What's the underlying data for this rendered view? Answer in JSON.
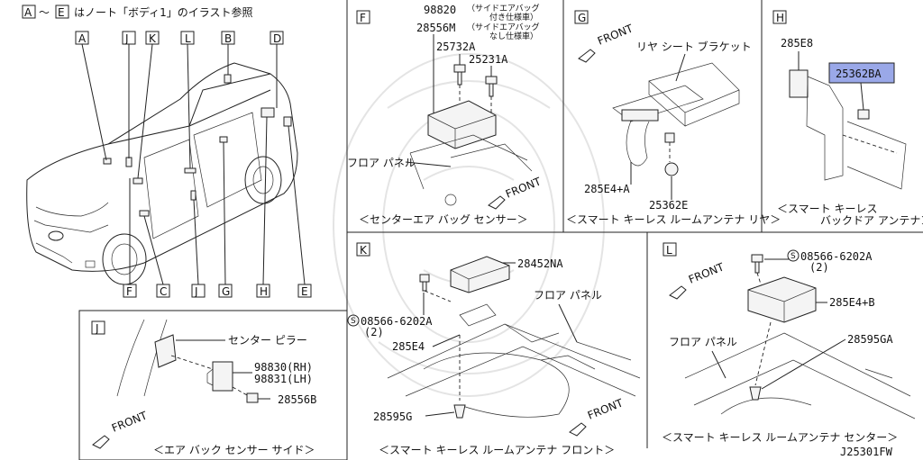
{
  "header_note": {
    "a": "A",
    "tilde": "〜",
    "e": "E",
    "text": "はノート「ボディ1」のイラスト参照"
  },
  "drawing_code": "J25301FW",
  "vehicle_callouts": {
    "top": [
      "A",
      "J",
      "K",
      "L",
      "B",
      "D"
    ],
    "bottom": [
      "F",
      "C",
      "J",
      "G",
      "H",
      "E"
    ]
  },
  "panel_f": {
    "label": "F",
    "part_98820": "98820",
    "note_98820_1": "（サイドエアバッグ",
    "note_98820_2": "付き仕様車）",
    "part_28556m": "28556M",
    "note_28556m_1": "（サイドエアバッグ",
    "note_28556m_2": "なし仕様車）",
    "part_25732a": "25732A",
    "part_25231a": "25231A",
    "floor_panel": "フロア パネル",
    "front": "FRONT",
    "caption": "＜センターエア バッグ センサー＞"
  },
  "panel_g": {
    "label": "G",
    "front": "FRONT",
    "rear_seat_bracket": "リヤ シート ブラケット",
    "part_285e4a": "285E4+A",
    "part_25362e": "25362E",
    "caption": "＜スマート キーレス ルームアンテナ リヤ＞"
  },
  "panel_h": {
    "label": "H",
    "part_285e8": "285E8",
    "part_25362ba": "25362BA",
    "caption_1": "＜スマート キーレス",
    "caption_2": "バックドア アンテナ＞",
    "highlight_color": "#9aa8e8"
  },
  "panel_j": {
    "label": "J",
    "center_pillar": "センター ピラー",
    "part_98830": "98830(RH)",
    "part_98831": "98831(LH)",
    "part_28556b": "28556B",
    "front": "FRONT",
    "caption": "＜エア バック センサー サイド＞"
  },
  "panel_k": {
    "label": "K",
    "part_28452na": "28452NA",
    "screw_symbol": "S",
    "part_08566_6202a": "08566-6202A",
    "qty": "(2)",
    "part_285e4": "285E4",
    "floor_panel": "フロア パネル",
    "part_28595g": "28595G",
    "front": "FRONT",
    "caption": "＜スマート キーレス ルームアンテナ フロント＞"
  },
  "panel_l": {
    "label": "L",
    "front": "FRONT",
    "screw_symbol": "S",
    "part_08566_6202a": "08566-6202A",
    "qty": "(2)",
    "part_285e4b": "285E4+B",
    "floor_panel": "フロア パネル",
    "part_28595ga": "28595GA",
    "caption": "＜スマート キーレス ルームアンテナ センター＞"
  }
}
